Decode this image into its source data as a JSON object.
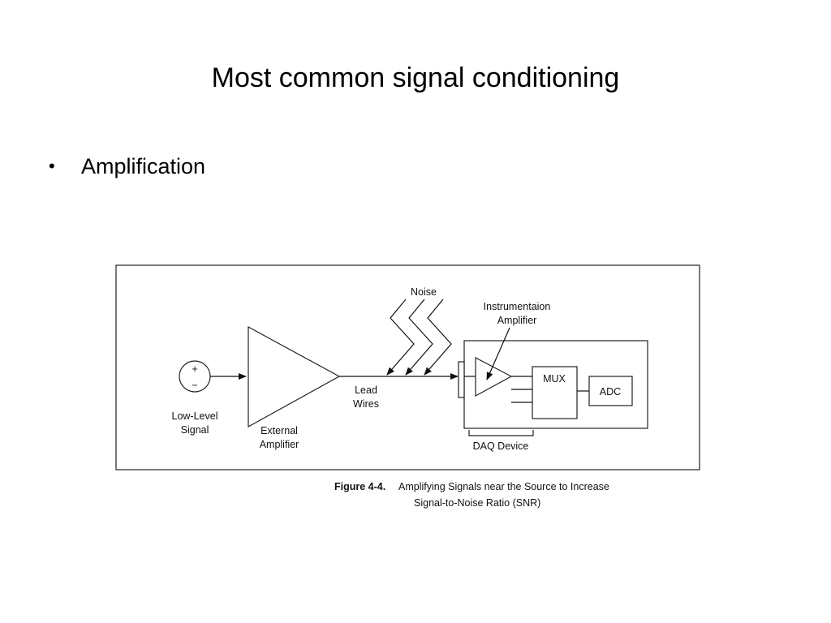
{
  "slide": {
    "title": "Most common signal conditioning",
    "bullets": [
      {
        "text": "Amplification"
      }
    ]
  },
  "figure": {
    "labels": {
      "noise": "Noise",
      "instrumentation_amplifier_line1": "Instrumentaion",
      "instrumentation_amplifier_line2": "Amplifier",
      "source_plus": "+",
      "source_minus": "−",
      "low_level_signal_line1": "Low-Level",
      "low_level_signal_line2": "Signal",
      "external_amplifier_line1": "External",
      "external_amplifier_line2": "Amplifier",
      "lead_wires_line1": "Lead",
      "lead_wires_line2": "Wires",
      "mux": "MUX",
      "adc": "ADC",
      "daq_device": "DAQ Device"
    },
    "caption": {
      "number": "Figure 4-4.",
      "line1": "Amplifying Signals near the Source to Increase",
      "line2": "Signal-to-Noise Ratio (SNR)"
    }
  }
}
